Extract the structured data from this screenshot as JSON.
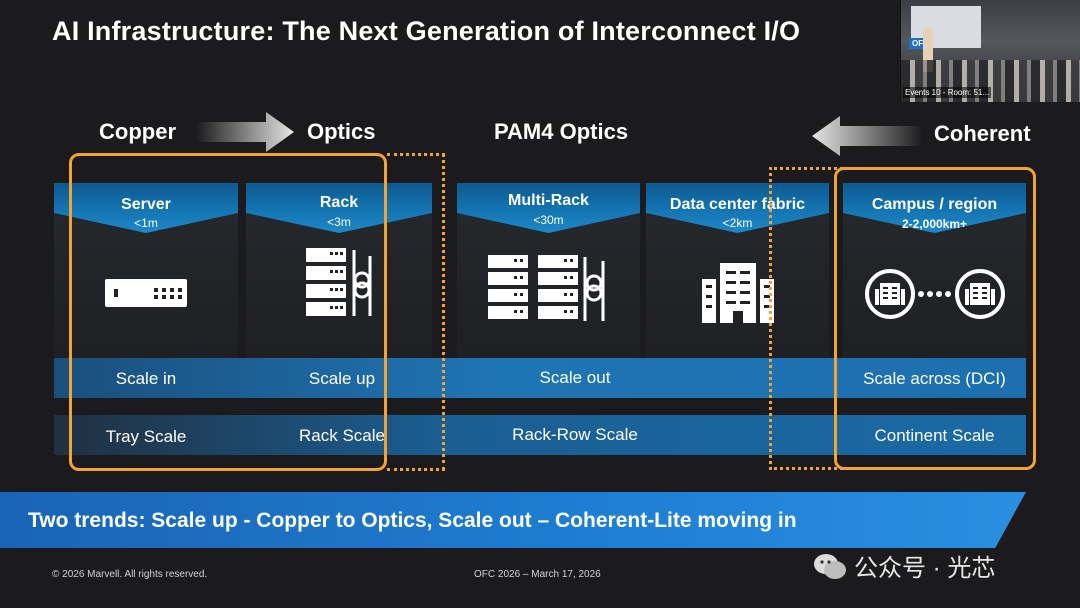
{
  "title": "AI Infrastructure: The Next Generation of Interconnect I/O",
  "video": {
    "caption": "Events 10 - Room: 51...",
    "badge": "OFC"
  },
  "labels": {
    "copper": "Copper",
    "optics": "Optics",
    "pam4": "PAM4 Optics",
    "coherent": "Coherent"
  },
  "columns": [
    {
      "name": "Server",
      "reach": "<1m",
      "icon": "server-unit-icon"
    },
    {
      "name": "Rack",
      "reach": "<3m",
      "icon": "rack-servers-optics-icon"
    },
    {
      "name": "Multi-Rack",
      "reach": "<30m",
      "icon": "multi-rack-optics-icon"
    },
    {
      "name": "Data center fabric",
      "reach": "<2km",
      "icon": "data-center-building-icon"
    },
    {
      "name": "Campus / region",
      "reach": "2-2,000km+",
      "icon": "campus-link-icon"
    }
  ],
  "scale_row": [
    "Scale in",
    "Scale up",
    "Scale out",
    "Scale across (DCI)"
  ],
  "scope_row": [
    "Tray Scale",
    "Rack Scale",
    "Rack-Row Scale",
    "Continent Scale"
  ],
  "banner": "Two trends: Scale up - Copper to Optics,  Scale out – Coherent-Lite moving in",
  "footer": {
    "copyright": "© 2026 Marvell. All rights reserved.",
    "event": "OFC 2026 – March 17, 2026"
  },
  "watermark": "公众号 · 光芯",
  "colors": {
    "highlight": "#f3a331",
    "accent_blue": "#1f7fd3"
  }
}
